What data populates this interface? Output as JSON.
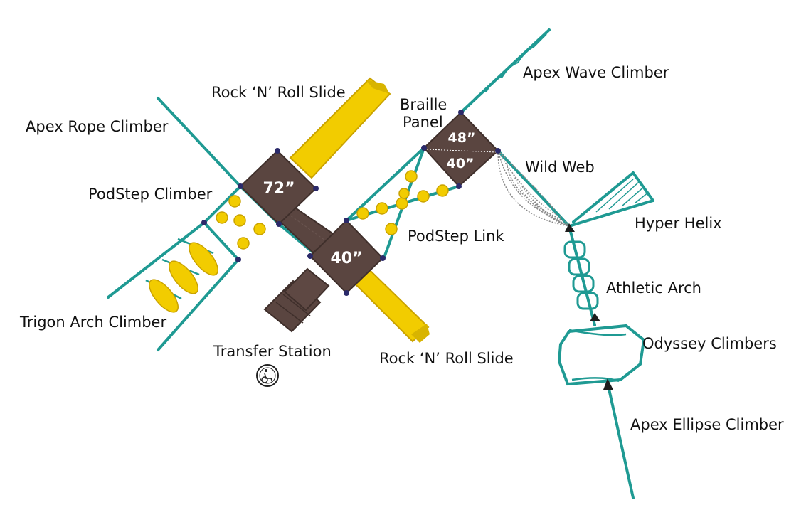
{
  "decks": {
    "deck_72": "72”",
    "deck_40_main": "40”",
    "deck_48": "48”",
    "deck_40_upper": "40”"
  },
  "labels": {
    "rock_n_roll_slide_top": "Rock ‘N’ Roll Slide",
    "apex_rope_climber": "Apex Rope Climber",
    "podstep_climber": "PodStep Climber",
    "trigon_arch_climber": "Trigon Arch Climber",
    "transfer_station": "Transfer Station",
    "rock_n_roll_slide_bottom": "Rock ‘N’ Roll Slide",
    "braille_panel_line1": "Braille",
    "braille_panel_line2": "Panel",
    "apex_wave_climber": "Apex Wave Climber",
    "wild_web": "Wild Web",
    "podstep_link": "PodStep Link",
    "hyper_helix": "Hyper Helix",
    "athletic_arch": "Athletic Arch",
    "odyssey_climbers": "Odyssey Climbers",
    "apex_ellipse_climber": "Apex Ellipse Climber"
  },
  "icons": {
    "accessibility": "wheelchair-accessibility-icon"
  },
  "colors": {
    "deck": "#5a4540",
    "deck_edge": "#3f2f2b",
    "frame": "#1f9a93",
    "slide": "#f2cc00",
    "slide_shade": "#c9a200",
    "node": "#2b2a6a",
    "cap": "#1c1c1c",
    "web": "#8a8a8a"
  }
}
